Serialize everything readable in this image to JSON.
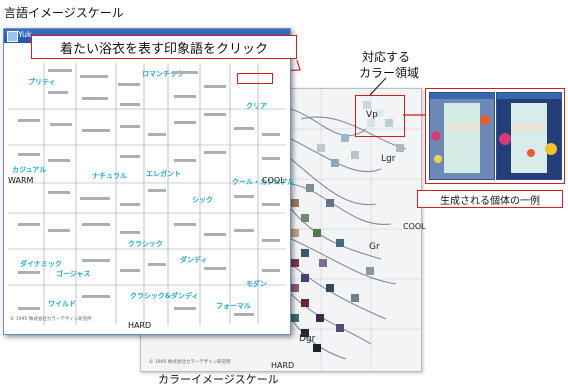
{
  "captions": {
    "word_scale": "言語イメージスケール",
    "color_scale": "カラーイメージスケール",
    "region_line1": "対応する",
    "region_line2": "カラー領域",
    "generated": "生成される個体の一例"
  },
  "word_window": {
    "title": "Yuk",
    "instruction": "着たい浴衣を表す印象語をクリック",
    "axes": {
      "warm": "WARM",
      "cool": "COOL",
      "hard": "HARD"
    },
    "groups": [
      "プリティ",
      "ロマンチック",
      "クリア",
      "カジュアル",
      "ナチュラル",
      "エレガント",
      "シック",
      "クール・カジュアル",
      "ダイナミック",
      "ゴージャス",
      "クラシック",
      "ダンディ",
      "ワイルド",
      "クラシック&ダンディ",
      "フォーマル",
      "モダン"
    ],
    "copyright": "© 1995 株式会社カラーデザイン研究所"
  },
  "color_window": {
    "labels": [
      "Vp",
      "Lgr",
      "Gr",
      "Dgr"
    ],
    "axes": {
      "cool": "COOL",
      "hard": "HARD"
    },
    "copyright": "© 1995 株式会社カラーデザイン研究所"
  },
  "colors": {
    "accent_red": "#d21e1e",
    "group_label": "#1da9c9",
    "title_bar": "#2456a8"
  }
}
